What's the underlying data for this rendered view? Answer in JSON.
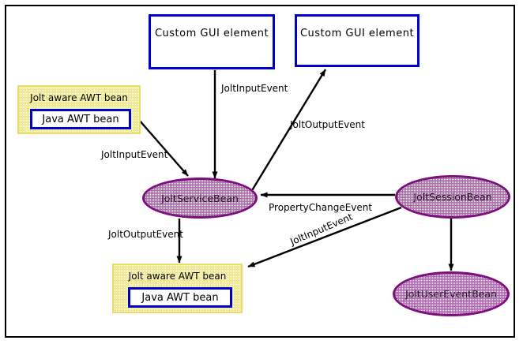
{
  "diagram": {
    "title": "Jolt bean event flow diagram",
    "frame_color": "#000000",
    "background": "#ffffff"
  },
  "gui_boxes": [
    {
      "id": "gui-box-1",
      "label": "Custom  GUI element",
      "border_color": "#0000cc"
    },
    {
      "id": "gui-box-2",
      "label": "Custom  GUI element",
      "border_color": "#0000cc"
    }
  ],
  "bean_boxes": [
    {
      "id": "bean-box-top",
      "title": "Jolt aware AWT bean",
      "inner_label": "Java AWT bean",
      "fill_color": "#f2e98c",
      "border_color": "#e8dd6a",
      "inner_border_color": "#0000cc"
    },
    {
      "id": "bean-box-bottom",
      "title": "Jolt aware AWT bean",
      "inner_label": "Java AWT bean",
      "fill_color": "#f2e98c",
      "border_color": "#e8dd6a",
      "inner_border_color": "#0000cc"
    }
  ],
  "ejb_nodes": [
    {
      "id": "ellipse-service",
      "label": "JoltServiceBean",
      "fill_color": "#b46ab4",
      "border_color": "#7d0f7d"
    },
    {
      "id": "ellipse-session",
      "label": "JoltSessionBean",
      "fill_color": "#b46ab4",
      "border_color": "#7d0f7d"
    },
    {
      "id": "ellipse-userevent",
      "label": "JoltUserEventBean",
      "fill_color": "#b46ab4",
      "border_color": "#7d0f7d"
    }
  ],
  "edges": [
    {
      "id": "edge-gui1-service",
      "label": "JoltInputEvent",
      "from": "Custom GUI element (left)",
      "to": "JoltServiceBean"
    },
    {
      "id": "edge-awt-service",
      "label": "JoltInputEvent",
      "from": "Jolt aware AWT bean (top)",
      "to": "JoltServiceBean"
    },
    {
      "id": "edge-service-gui2",
      "label": "JoltOutputEvent",
      "from": "JoltServiceBean",
      "to": "Custom GUI element (right)"
    },
    {
      "id": "edge-service-awt",
      "label": "JoltOutputEvent",
      "from": "JoltServiceBean",
      "to": "Jolt aware AWT bean (bottom)"
    },
    {
      "id": "edge-session-service",
      "label": "PropertyChangeEvent",
      "from": "JoltSessionBean",
      "to": "JoltServiceBean"
    },
    {
      "id": "edge-session-awt",
      "label": "JoltInputEvent",
      "from": "JoltSessionBean",
      "to": "Jolt aware AWT bean (bottom)"
    },
    {
      "id": "edge-session-userevent",
      "label": "",
      "from": "JoltSessionBean",
      "to": "JoltUserEventBean"
    }
  ]
}
